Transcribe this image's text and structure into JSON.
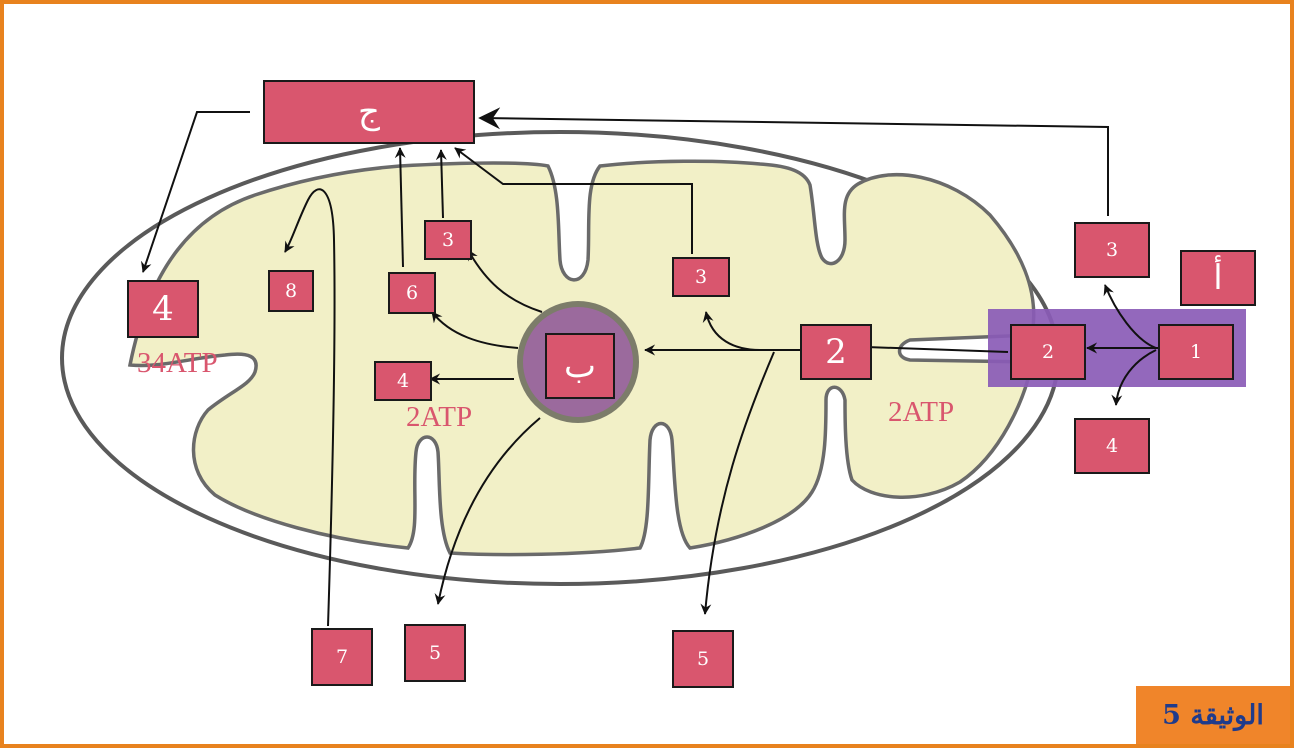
{
  "colors": {
    "frame": "#e8821e",
    "matrix": "#f2f0c7",
    "box_fill": "#d9566e",
    "pathway": "#8a5bb6",
    "nucleus_fill": "#9b6a9d",
    "nucleus_ring": "#7c7c6a",
    "doc_label_bg": "#f0852a",
    "doc_label_text": "#1f3b8c"
  },
  "boxes": {
    "j": "ج",
    "b": "ب",
    "alef": "أ",
    "n1": "1",
    "n2_right": "2",
    "n2_mid": "2",
    "n3_far_right": "3",
    "n3_right": "3",
    "n3_center": "3",
    "n4_far_right": "4",
    "n4_center": "4",
    "n4_big": "4",
    "n5_bottom_mid": "5",
    "n5_bottom_right": "5",
    "n6": "6",
    "n7": "7",
    "n8": "8"
  },
  "labels": {
    "atp_34": "34ATP",
    "atp_2_center": "2ATP",
    "atp_2_right": "2ATP"
  },
  "document_label": "الوثيقة 5"
}
